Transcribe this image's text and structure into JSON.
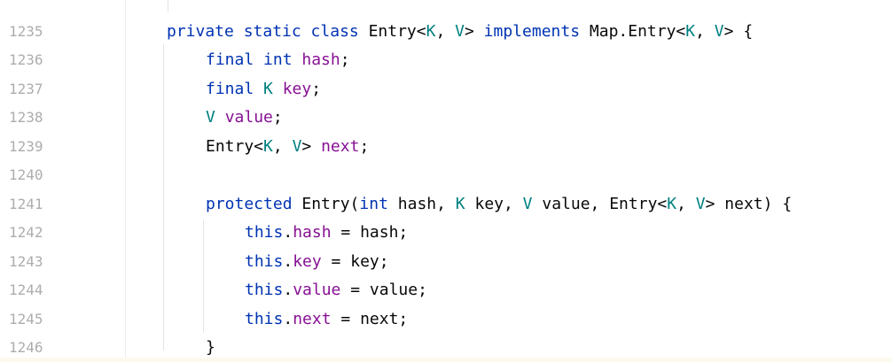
{
  "editor": {
    "colors": {
      "keyword": "#0033b3",
      "type_param": "#008080",
      "field": "#871094",
      "text": "#080808",
      "line_number": "#adadad"
    },
    "lines": [
      {
        "number": "1235",
        "indent": 0,
        "tokens": [
          [
            "kw",
            "private static class "
          ],
          [
            "tx",
            "Entry<"
          ],
          [
            "tp",
            "K"
          ],
          [
            "tx",
            ", "
          ],
          [
            "tp",
            "V"
          ],
          [
            "tx",
            "> "
          ],
          [
            "kw",
            "implements "
          ],
          [
            "tx",
            "Map.Entry<"
          ],
          [
            "tp",
            "K"
          ],
          [
            "tx",
            ", "
          ],
          [
            "tp",
            "V"
          ],
          [
            "tx",
            "> {"
          ]
        ]
      },
      {
        "number": "1236",
        "indent": 1,
        "tokens": [
          [
            "kw",
            "final int "
          ],
          [
            "fd",
            "hash"
          ],
          [
            "tx",
            ";"
          ]
        ]
      },
      {
        "number": "1237",
        "indent": 1,
        "tokens": [
          [
            "kw",
            "final "
          ],
          [
            "tp",
            "K "
          ],
          [
            "fd",
            "key"
          ],
          [
            "tx",
            ";"
          ]
        ]
      },
      {
        "number": "1238",
        "indent": 1,
        "tokens": [
          [
            "tp",
            "V "
          ],
          [
            "fd",
            "value"
          ],
          [
            "tx",
            ";"
          ]
        ]
      },
      {
        "number": "1239",
        "indent": 1,
        "tokens": [
          [
            "tx",
            "Entry<"
          ],
          [
            "tp",
            "K"
          ],
          [
            "tx",
            ", "
          ],
          [
            "tp",
            "V"
          ],
          [
            "tx",
            "> "
          ],
          [
            "fd",
            "next"
          ],
          [
            "tx",
            ";"
          ]
        ]
      },
      {
        "number": "1240",
        "indent": 0,
        "tokens": []
      },
      {
        "number": "1241",
        "indent": 1,
        "tokens": [
          [
            "kw",
            "protected "
          ],
          [
            "tx",
            "Entry("
          ],
          [
            "kw",
            "int "
          ],
          [
            "tx",
            "hash, "
          ],
          [
            "tp",
            "K "
          ],
          [
            "tx",
            "key, "
          ],
          [
            "tp",
            "V "
          ],
          [
            "tx",
            "value, Entry<"
          ],
          [
            "tp",
            "K"
          ],
          [
            "tx",
            ", "
          ],
          [
            "tp",
            "V"
          ],
          [
            "tx",
            "> next) {"
          ]
        ]
      },
      {
        "number": "1242",
        "indent": 2,
        "tokens": [
          [
            "kw",
            "this"
          ],
          [
            "tx",
            "."
          ],
          [
            "fd",
            "hash"
          ],
          [
            "tx",
            " = hash;"
          ]
        ]
      },
      {
        "number": "1243",
        "indent": 2,
        "tokens": [
          [
            "kw",
            "this"
          ],
          [
            "tx",
            "."
          ],
          [
            "fd",
            "key"
          ],
          [
            "tx",
            " = key;"
          ]
        ]
      },
      {
        "number": "1244",
        "indent": 2,
        "tokens": [
          [
            "kw",
            "this"
          ],
          [
            "tx",
            "."
          ],
          [
            "fd",
            "value"
          ],
          [
            "tx",
            " = value;"
          ]
        ]
      },
      {
        "number": "1245",
        "indent": 2,
        "tokens": [
          [
            "kw",
            "this"
          ],
          [
            "tx",
            "."
          ],
          [
            "fd",
            "next"
          ],
          [
            "tx",
            " = next;"
          ]
        ]
      },
      {
        "number": "1246",
        "indent": 1,
        "tokens": [
          [
            "tx",
            "}"
          ]
        ]
      }
    ]
  }
}
